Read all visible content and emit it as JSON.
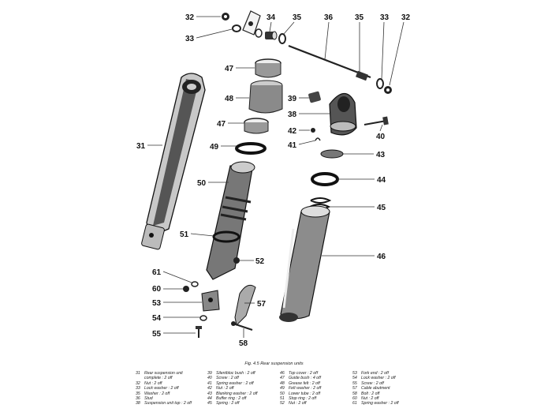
{
  "figure": {
    "caption": "Fig. 4.5 Rear suspension units",
    "callouts": [
      "32",
      "33",
      "34",
      "35",
      "36",
      "35",
      "33",
      "32",
      "47",
      "48",
      "39",
      "38",
      "47",
      "42",
      "41",
      "40",
      "31",
      "49",
      "43",
      "50",
      "44",
      "45",
      "51",
      "46",
      "52",
      "61",
      "60",
      "53",
      "57",
      "54",
      "55",
      "58"
    ],
    "legend": [
      [
        {
          "num": "31",
          "text": "Rear suspension unit"
        },
        {
          "num": "",
          "text": "complete : 2 off"
        },
        {
          "num": "32",
          "text": "Nut : 2 off"
        },
        {
          "num": "33",
          "text": "Lock washer : 2 off"
        },
        {
          "num": "35",
          "text": "Washer : 2 off"
        },
        {
          "num": "36",
          "text": "Stud"
        },
        {
          "num": "38",
          "text": "Suspension unit top : 2 off"
        }
      ],
      [
        {
          "num": "39",
          "text": "Silentbloc bush : 2 off"
        },
        {
          "num": "40",
          "text": "Screw : 2 off"
        },
        {
          "num": "41",
          "text": "Spring washer : 2 off"
        },
        {
          "num": "42",
          "text": "Nut : 2 off"
        },
        {
          "num": "43",
          "text": "Blanking washer : 2 off"
        },
        {
          "num": "44",
          "text": "Buffer ring : 2 off"
        },
        {
          "num": "45",
          "text": "Spring : 2 off"
        }
      ],
      [
        {
          "num": "46",
          "text": "Top cover : 2 off"
        },
        {
          "num": "47",
          "text": "Guide bush : 4 off"
        },
        {
          "num": "48",
          "text": "Grease felt : 2 off"
        },
        {
          "num": "49",
          "text": "Felt washer : 2 off"
        },
        {
          "num": "50",
          "text": "Lower tube : 2 off"
        },
        {
          "num": "51",
          "text": "Stop ring : 2 off"
        },
        {
          "num": "52",
          "text": "Nut : 2 off"
        }
      ],
      [
        {
          "num": "53",
          "text": "Fork end : 2 off"
        },
        {
          "num": "54",
          "text": "Lock washer : 2 off"
        },
        {
          "num": "55",
          "text": "Screw : 2 off"
        },
        {
          "num": "57",
          "text": "Cable abutment"
        },
        {
          "num": "58",
          "text": "Bolt : 2 off"
        },
        {
          "num": "60",
          "text": "Nut : 2 off"
        },
        {
          "num": "61",
          "text": "Spring washer : 2 off"
        }
      ]
    ]
  }
}
